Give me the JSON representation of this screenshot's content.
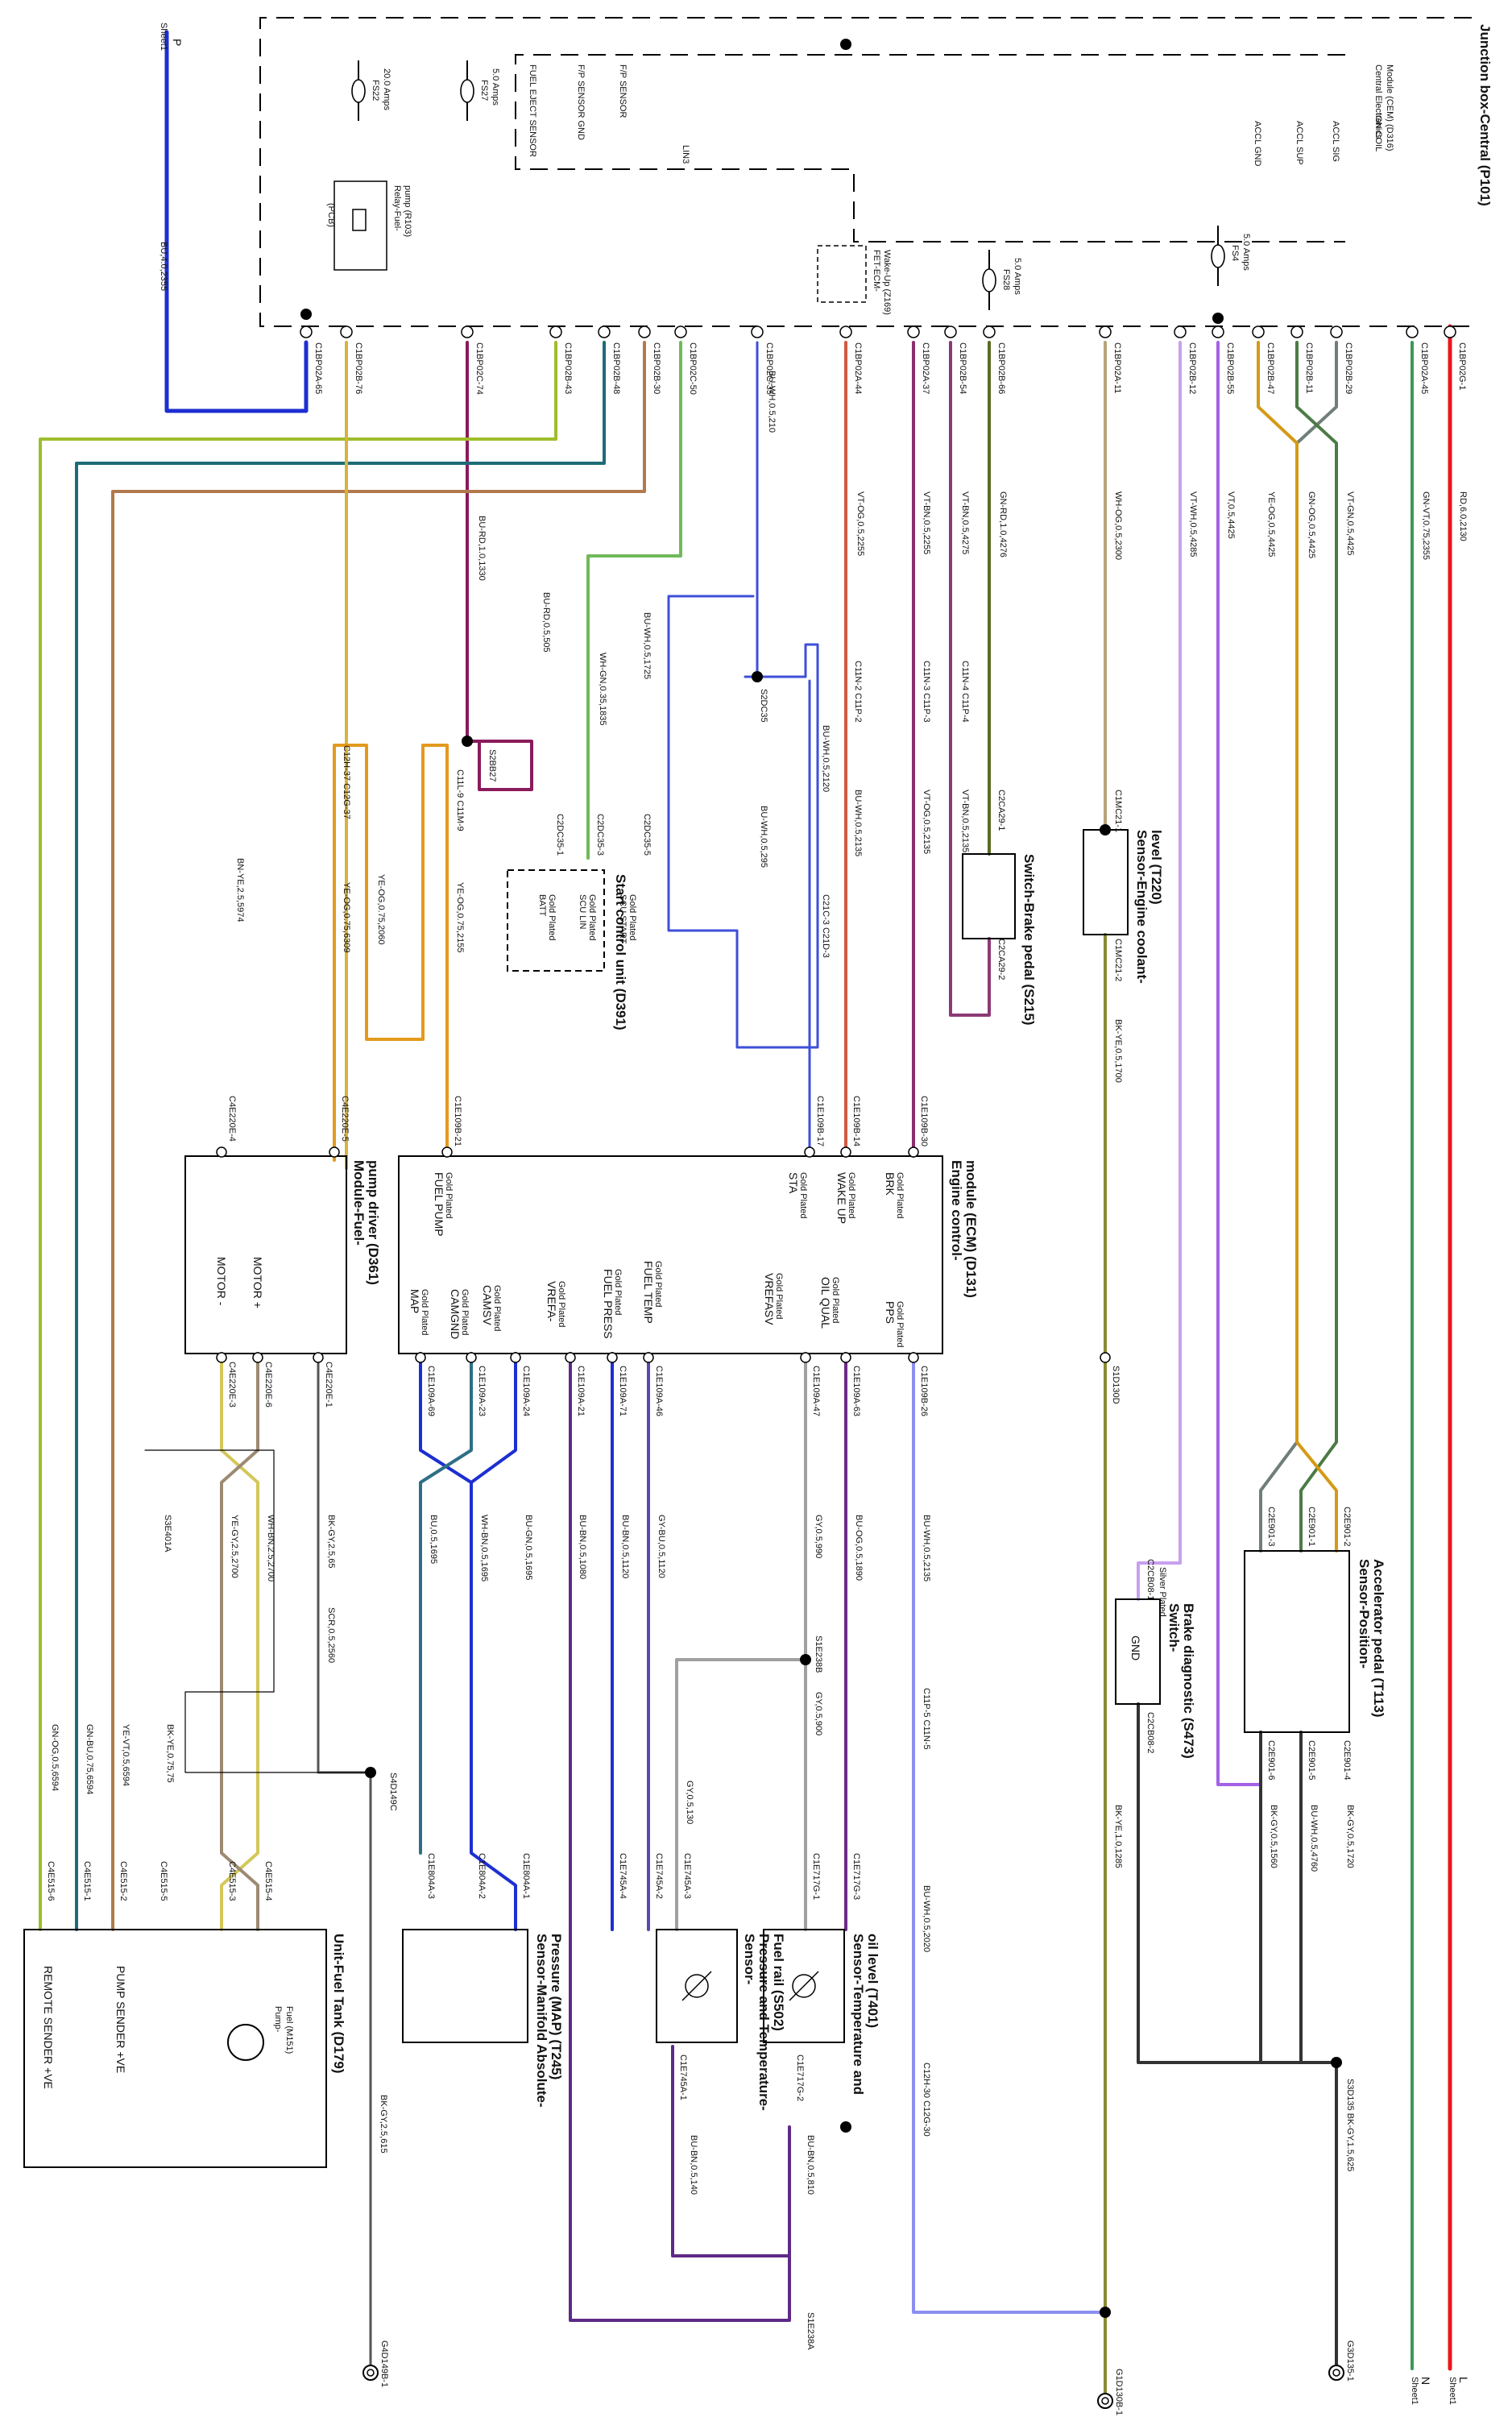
{
  "titles": {
    "jb": "Junction box-Central (P101)",
    "cem1": "Central Electronics",
    "cem2": "Module (CEM) (D316)",
    "brake": "Switch-Brake pedal (S215)",
    "ect1": "Sensor-Engine coolant-",
    "ect2": "level (T220)",
    "scu": "Start control unit (D391)",
    "ecm1": "Engine control-",
    "ecm2": "module (ECM) (D131)",
    "fpd1": "Module-Fuel-",
    "fpd2": "pump driver (D361)",
    "app1": "Sensor-Position-",
    "app2": "Accelerator pedal (T113)",
    "diag1": "Switch-",
    "diag2": "Brake diagnostic (S473)",
    "oil1": "Sensor-Temperature and",
    "oil2": "oil level (T401)",
    "frp1": "Sensor-",
    "frp2": "Pressure and Temperature-",
    "frp3": "Fuel rail (S502)",
    "map1": "Sensor-Manifold Absolute-",
    "map2": "Pressure (MAP) (T245)",
    "tank": "Unit-Fuel Tank (D179)",
    "pump1": "Pump-",
    "pump2": "Fuel (M151)"
  },
  "sheet_refs": {
    "l": "L",
    "n": "N",
    "p": "P",
    "sheet1": "Sheet1"
  },
  "fuses": [
    {
      "name": "FS22",
      "rating": "20.0 Amps"
    },
    {
      "name": "FS27",
      "rating": "5.0 Amps"
    },
    {
      "name": "FS28",
      "rating": "5.0 Amps"
    },
    {
      "name": "FS4",
      "rating": "5.0 Amps"
    }
  ],
  "relay": {
    "line1": "Relay-Fuel-",
    "line2": "pump (R103)",
    "tag": "(PCB)"
  },
  "fetecm": {
    "line1": "FET-ECM-",
    "line2": "Wake-Up (Z169)"
  },
  "jb_labels": [
    "FUEL EJECT SENSOR",
    "F/P SENSOR GND",
    "F/P SENSOR",
    "LIN3",
    "ACCL GND",
    "ACCL SUP",
    "ACCL SIG",
    "IGN COIL"
  ],
  "top_connectors": [
    "C1BP02A-65",
    "C1BP02B-76",
    "C1BP02C-74",
    "C1BP02B-43",
    "C1BP02B-48",
    "C1BP02B-30",
    "C1BP02C-50",
    "C1BP02C-35",
    "C1BP02A-44",
    "C1BP02A-37",
    "C1BP02B-54",
    "C1BP02B-66",
    "C1BP02A-11",
    "C1BP02B-12",
    "C1BP02B-55",
    "C1BP02B-47",
    "C1BP02B-11",
    "C1BP02B-29",
    "C1BP02A-45",
    "C1BP02G-1"
  ],
  "wires_top": [
    "BU,4.0,2355",
    "BU-RD,1.0,1330",
    "BU-WH,0.5,210",
    "VT-OG,0.5,2255",
    "VT-BN,0.5,2255",
    "VT-BN,0.5,4275",
    "GN-RD,1.0,4276",
    "WH-OG,0.5,2300",
    "VT-WH,0.5,4285",
    "VT,0.5,4425",
    "YE-OG,0.5,4425",
    "GN-OG,0.5,4425",
    "VT-GN,0.5,4425",
    "GN-VT,0.75,2355",
    "RD,6.0,2130"
  ],
  "mid_labels": [
    "S2BB27",
    "BU-RD,0.5,505",
    "WH-GN,0.35,1835",
    "BU-WH,0.5,1725",
    "S2DC35",
    "BU-WH,0.5,295",
    "BU-WH,0.5,2120",
    "C2DC35-1",
    "C2DC35-3",
    "C2DC35-5",
    "C11N-2 C11P-2",
    "C11N-3 C11P-3",
    "C11N-4 C11P-4",
    "BU-WH,0.5,2135",
    "VT-OG,0.5,2135",
    "VT-BN,0.5,2135",
    "C21C-3 C21D-3",
    "C2CA29-1",
    "C2CA29-2",
    "C1MC21-1",
    "C1MC21-2",
    "BK-YE,0.5,1700",
    "C11L-9 C11M-9",
    "C12H-37 C12G-37",
    "YE-OG,0.75,2060",
    "YE-OG,0.75,6309",
    "YE-OG,0.75,2155",
    "BN-YE,2.5,5974"
  ],
  "scu_pins": [
    {
      "name": "BATT",
      "plate": "Gold Plated"
    },
    {
      "name": "SCU LIN",
      "plate": "Gold Plated"
    },
    {
      "name": "SCU START",
      "plate": "Gold Plated"
    }
  ],
  "ecm_top_conns": [
    "C4E220E-4",
    "C4E220E-5",
    "C1E109B-21",
    "C1E109B-17",
    "C1E109B-14",
    "C1E109B-30"
  ],
  "ecm_pins": [
    {
      "name": "FUEL PUMP",
      "plate": "Gold Plated"
    },
    {
      "name": "STA",
      "plate": "Gold Plated"
    },
    {
      "name": "WAKE UP",
      "plate": "Gold Plated"
    },
    {
      "name": "BRK",
      "plate": "Gold Plated"
    },
    {
      "name": "MAP",
      "plate": "Gold Plated"
    },
    {
      "name": "CAMGND",
      "plate": "Gold Plated"
    },
    {
      "name": "CAMSV",
      "plate": "Gold Plated"
    },
    {
      "name": "VREFA-",
      "plate": "Gold Plated"
    },
    {
      "name": "FUEL PRESS",
      "plate": "Gold Plated"
    },
    {
      "name": "FUEL TEMP",
      "plate": "Gold Plated"
    },
    {
      "name": "VREFASV",
      "plate": "Gold Plated"
    },
    {
      "name": "OIL QUAL",
      "plate": "Gold Plated"
    },
    {
      "name": "PPS",
      "plate": "Gold Plated"
    }
  ],
  "fpd_pins": [
    "MOTOR +",
    "MOTOR -"
  ],
  "fpd_conns": [
    "C4E220E-1",
    "C4E220E-6",
    "C4E220E-3"
  ],
  "ecm_bottom_conns": [
    "C1E109A-69",
    "C1E109A-23",
    "C1E109A-24",
    "C1E109A-21",
    "C1E109A-71",
    "C1E109A-46",
    "C1E109A-47",
    "C1E109A-63",
    "C1E109B-26",
    "S1D130D"
  ],
  "wires_bottom": [
    "BK-GY,2.5,65",
    "SCR,0.5,2560",
    "WH-BN,2.5,2700",
    "YE-GY,2.5,2700",
    "S3E401A",
    "BU,0.5,1695",
    "WH-BN,0.5,1695",
    "BU-GN,0.5,1695",
    "BU-BN,0.5,1080",
    "BU-BN,0.5,1120",
    "GY-BU,0.5,1120",
    "GY,0.5,990",
    "BU-OG,0.5,1890",
    "BU-WH,0.5,2135",
    "S1E238B",
    "GY,0.5,130",
    "GY,0.5,900",
    "C11P-5 C11N-5",
    "BU-WH,0.5,2020",
    "S4D149C",
    "GN-OG,0.5,6594",
    "GN-BU,0.75,6594",
    "YE-VT,0.5,6594",
    "BK-YE,0.75,75"
  ],
  "app_conns": [
    "C2E901-2",
    "C2E901-1",
    "C2E901-3",
    "C2E901-4",
    "C2E901-5",
    "C2E901-6"
  ],
  "diag": {
    "conn_top": "C2CB08-1",
    "plate": "Silver Plated",
    "pin": "GND",
    "conn_bot": "C2CB08-2"
  },
  "wires_right": [
    "BK-GY,0.5,1720",
    "BU-WH,0.5,4760",
    "BK-GY,0.5,1560",
    "BK-YE,1.0,1285",
    "S3D135 BK-GY,1.5,625",
    "C12H-30 C12G-30"
  ],
  "sensor_conns": [
    "C1E804A-3",
    "C1E804A-2",
    "C1E804A-1",
    "C1E745A-4",
    "C1E745A-2",
    "C1E745A-3",
    "C1E717G-1",
    "C1E717G-3",
    "C1E745A-1",
    "C1E717G-2",
    "BU-BN,0.5,140",
    "BU-BN,0.5,810",
    "S1E238A"
  ],
  "tank_conns": [
    "C4E515-6",
    "C4E515-1",
    "C4E515-2",
    "C4E515-5",
    "C4E515-4",
    "C4E515-3"
  ],
  "tank_pins": [
    "PUMP SENDER +VE",
    "REMOTE SENDER +VE"
  ],
  "grounds": [
    {
      "wire": "BK-GY,2.5,615",
      "name": "G4D149B-1"
    },
    {
      "name": "G1D130B-1"
    },
    {
      "name": "G3D135-1"
    }
  ],
  "icons": [
    "fuse-icon",
    "relay-icon",
    "splice-icon",
    "ground-icon",
    "sensor-icon",
    "motor-icon",
    "switch-icon"
  ]
}
